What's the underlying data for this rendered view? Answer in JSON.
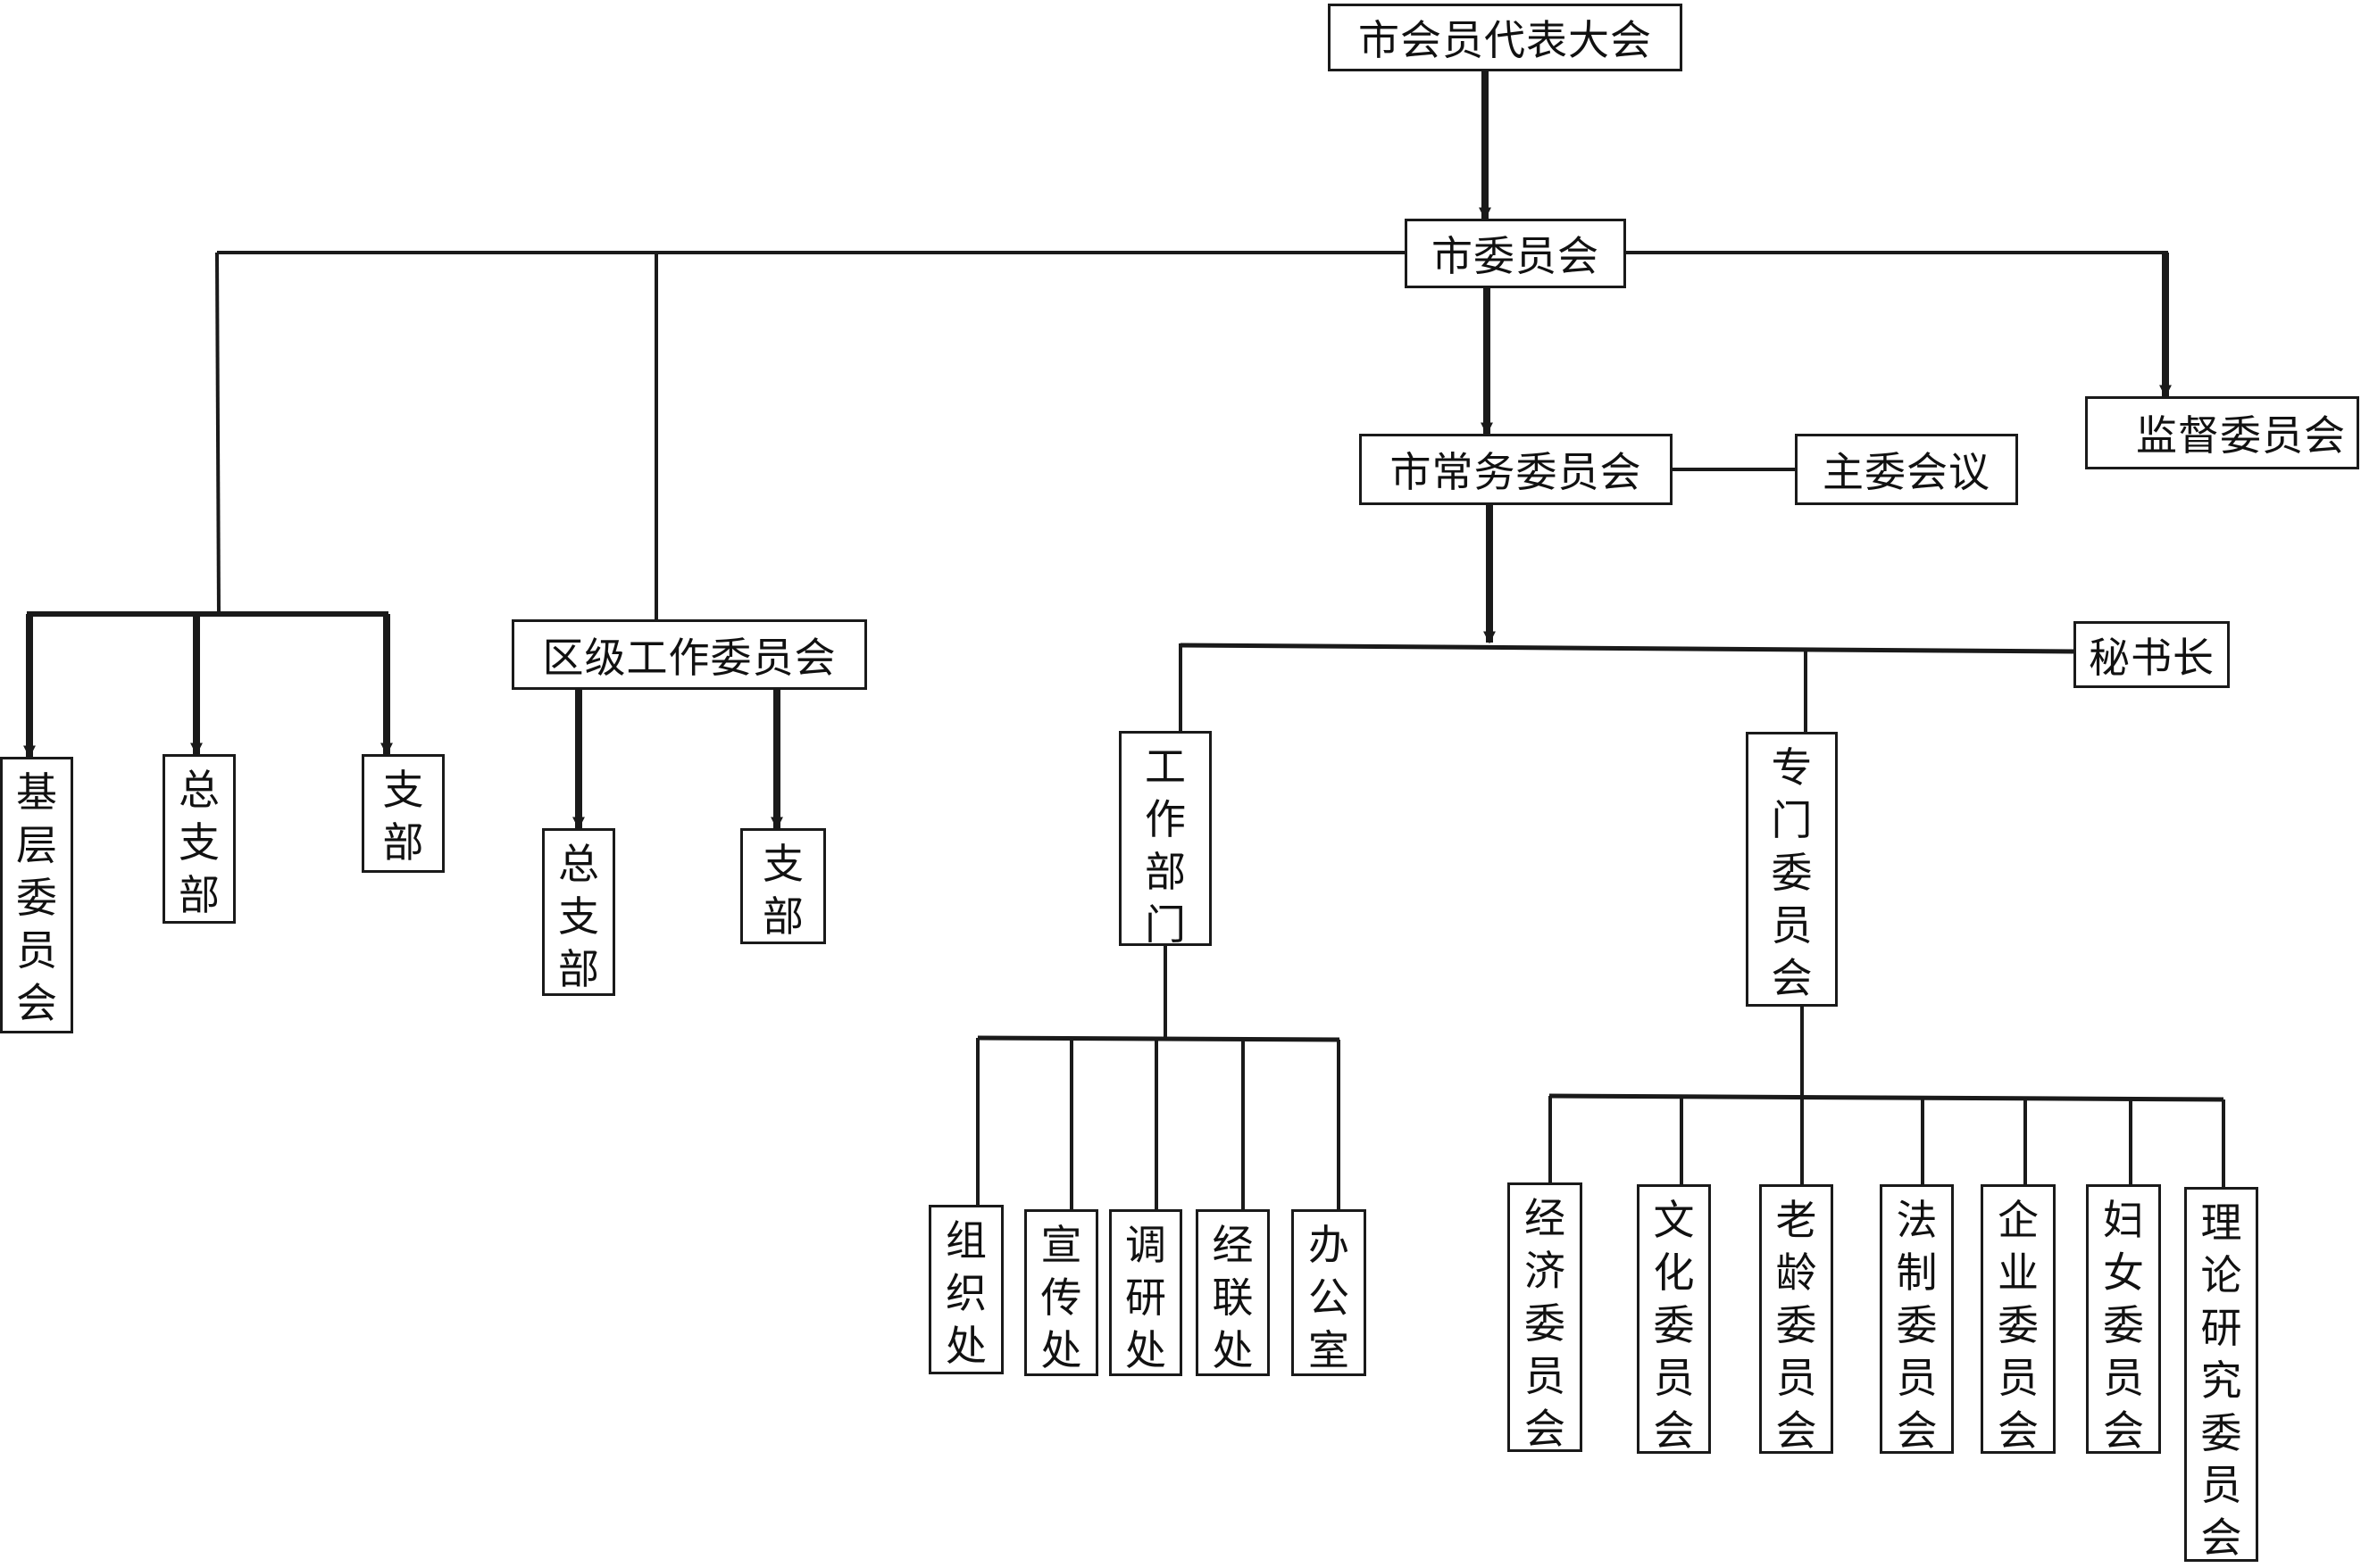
{
  "nodes": {
    "congress": "市会员代表大会",
    "committee": "市委员会",
    "supervision": "监督委员会",
    "standing": "市常务委员会",
    "chair_meeting": "主委会议",
    "district": "区级工作委员会",
    "secretary_general": "秘书长",
    "grassroots": "基层委员会",
    "general_branch_1": "总支部",
    "branch_1": "支部",
    "general_branch_2": "总支部",
    "branch_2": "支部",
    "work_dept": "工作部门",
    "special_committees": "专门委员会",
    "organization": "组织处",
    "publicity": "宣传处",
    "research": "调研处",
    "liaison": "经联处",
    "office": "办公室",
    "economy": "经济委员会",
    "culture": "文化委员会",
    "elderly": "老龄委员会",
    "legal": "法制委员会",
    "enterprise": "企业委员会",
    "women": "妇女委员会",
    "theory": "理论研究委员会"
  }
}
